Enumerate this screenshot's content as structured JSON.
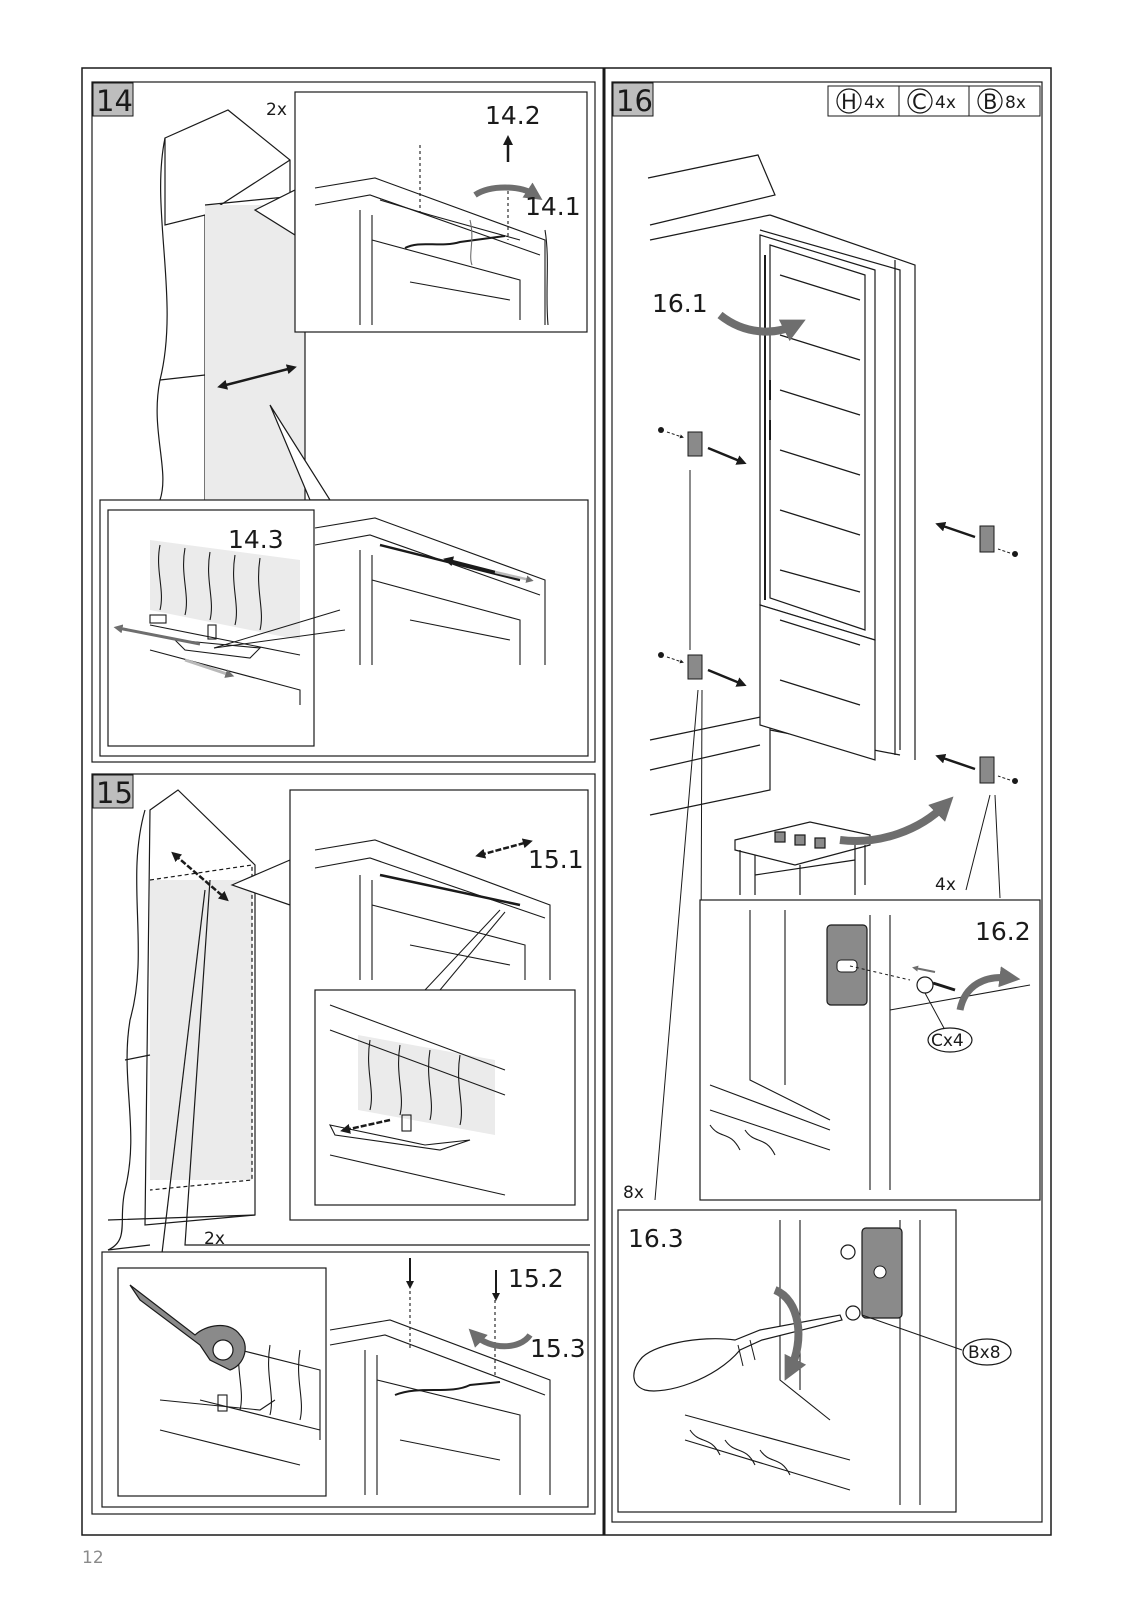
{
  "page_number": "12",
  "colors": {
    "line": "#1a1a1a",
    "panel_fill": "#ebebeb",
    "arrow": "#6e6e6e",
    "arrow_light": "#b9b9b9",
    "step_box": "#bdbdbd"
  },
  "step14": {
    "number": "14",
    "qty": "2x",
    "labels": {
      "s1": "14.1",
      "s2": "14.2",
      "s3": "14.3"
    }
  },
  "step15": {
    "number": "15",
    "qty": "2x",
    "labels": {
      "s1": "15.1",
      "s2": "15.2",
      "s3": "15.3"
    }
  },
  "step16": {
    "number": "16",
    "parts": [
      {
        "letter": "H",
        "qty": "4x"
      },
      {
        "letter": "C",
        "qty": "4x"
      },
      {
        "letter": "B",
        "qty": "8x"
      }
    ],
    "labels": {
      "s1": "16.1",
      "s2": "16.2",
      "s3": "16.3"
    },
    "qty_upper": "4x",
    "qty_lower": "8x",
    "callout_c": "Cx4",
    "callout_b": "Bx8"
  }
}
